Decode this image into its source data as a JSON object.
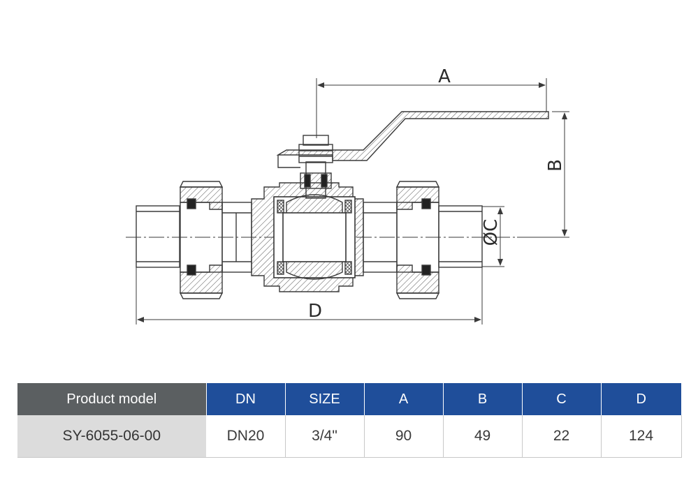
{
  "colors": {
    "header_model_bg": "#5b5f61",
    "header_bg": "#1f4e9a",
    "model_cell_bg": "#dcdcdc",
    "line": "#3a3a3a"
  },
  "drawing": {
    "dimension_labels": {
      "a": "A",
      "b": "B",
      "c": "ØC",
      "d": "D"
    }
  },
  "table": {
    "headers": {
      "model": "Product model",
      "dn": "DN",
      "size": "SIZE",
      "a": "A",
      "b": "B",
      "c": "C",
      "d": "D"
    },
    "rows": [
      {
        "model": "SY-6055-06-00",
        "dn": "DN20",
        "size": "3/4\"",
        "a": "90",
        "b": "49",
        "c": "22",
        "d": "124"
      }
    ]
  }
}
